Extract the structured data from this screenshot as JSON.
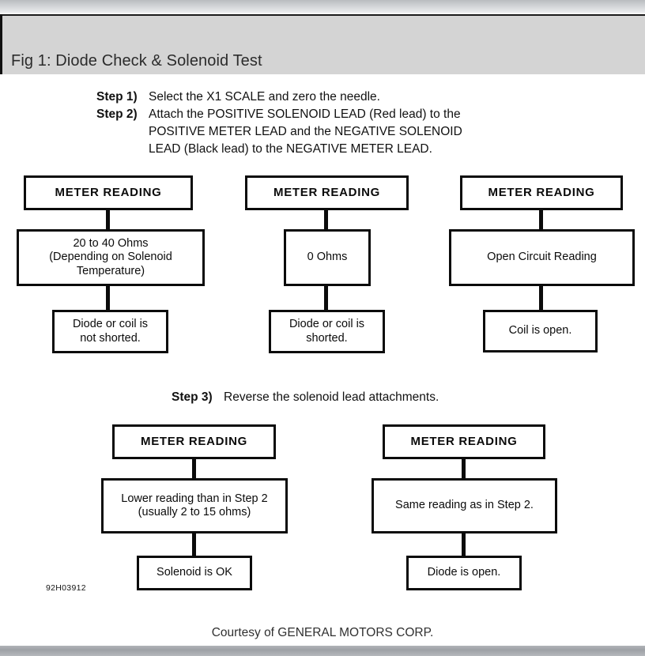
{
  "header": {
    "title": "Fig 1: Diode Check & Solenoid Test"
  },
  "instructions": {
    "step1": {
      "label": "Step 1)",
      "text": "Select the X1 SCALE and zero the needle."
    },
    "step2": {
      "label": "Step 2)",
      "line1": "Attach the POSITIVE SOLENOID LEAD (Red lead) to the",
      "line2": "POSITIVE METER LEAD and the NEGATIVE SOLENOID",
      "line3": "LEAD (Black lead) to the NEGATIVE METER LEAD."
    },
    "step3": {
      "label": "Step 3)",
      "text": "Reverse the solenoid lead attachments."
    }
  },
  "flowchart_top": {
    "columns": [
      {
        "head": "METER READING",
        "result_line1": "20 to 40 Ohms",
        "result_line2": "(Depending on Solenoid",
        "result_line3": "Temperature)",
        "conclusion_line1": "Diode or coil is",
        "conclusion_line2": "not shorted."
      },
      {
        "head": "METER READING",
        "result_line1": "0 Ohms",
        "conclusion_line1": "Diode or coil is",
        "conclusion_line2": "shorted."
      },
      {
        "head": "METER READING",
        "result_line1": "Open Circuit Reading",
        "conclusion_line1": "Coil is open."
      }
    ]
  },
  "flowchart_bottom": {
    "columns": [
      {
        "head": "METER READING",
        "result_line1": "Lower reading than in Step 2",
        "result_line2": "(usually 2 to 15 ohms)",
        "conclusion_line1": "Solenoid is OK"
      },
      {
        "head": "METER READING",
        "result_line1": "Same reading as in Step 2.",
        "conclusion_line1": "Diode is open."
      }
    ]
  },
  "plate_code": "92H03912",
  "footer": {
    "courtesy": "Courtesy of GENERAL MOTORS CORP."
  },
  "colors": {
    "header_bg": "#d4d4d4",
    "ink": "#0b0b0b",
    "page_bg": "#ffffff"
  }
}
